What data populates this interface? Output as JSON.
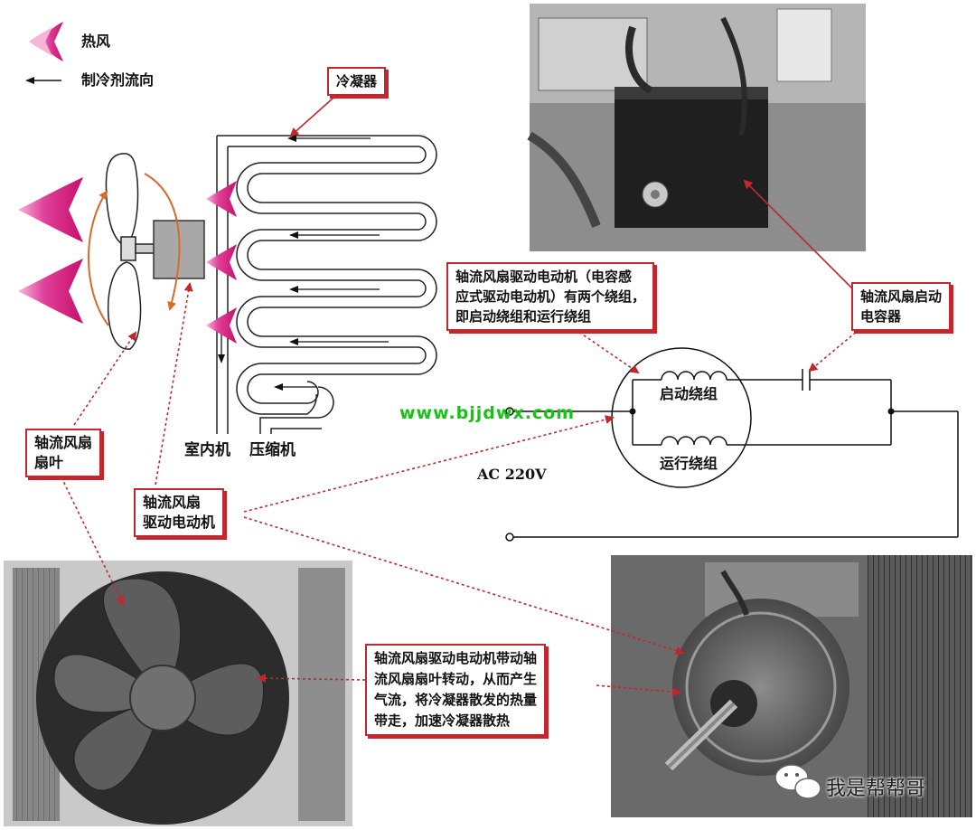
{
  "legend": {
    "hot_air": "热风",
    "refrigerant_flow": "制冷剂流向"
  },
  "labels": {
    "condenser": "冷凝器",
    "indoor_unit": "室内机",
    "compressor": "压缩机",
    "fan_blade": "轴流风扇\n扇叶",
    "fan_motor": "轴流风扇\n驱动电动机",
    "motor_windings_note": "轴流风扇驱动电动机（电容感\n应式驱动电动机）有两个绕组，\n即启动绕组和运行绕组",
    "start_capacitor": "轴流风扇启动\n电容器",
    "start_winding": "启动绕组",
    "run_winding": "运行绕组",
    "supply": "AC 220V",
    "motor_drive_note": "轴流风扇驱动电动机带动轴\n流风扇扇叶转动，从而产生\n气流，将冷凝器散发的热量\n带走，加速冷凝器散热"
  },
  "watermark_url": "www.bjjdwx.com",
  "watermark_brand": "我是帮帮哥",
  "colors": {
    "hot_air": "#e0247e",
    "callout_border": "#c0282d",
    "dotted_leader": "#c0282d",
    "url_watermark": "#19c219"
  }
}
